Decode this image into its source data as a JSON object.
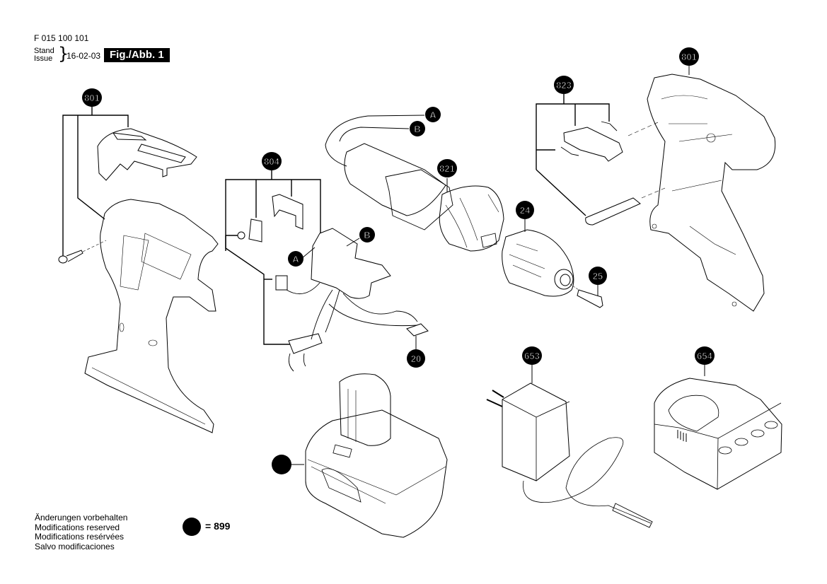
{
  "header": {
    "document_number": "F 015 100 101",
    "stand_label": "Stand",
    "issue_label": "Issue",
    "date": "16-02-03",
    "figure_label": "Fig./Abb. 1"
  },
  "callouts": {
    "housing_left": "801",
    "housing_right": "801",
    "switch": "804",
    "motor": "821",
    "switch_parts": "823",
    "chuck": "24",
    "screw": "25",
    "wire_clip": "20",
    "adapter": "653",
    "charger": "654",
    "wire_a_switch": "A",
    "wire_b_switch": "B",
    "wire_a_motor": "A",
    "wire_b_motor": "B",
    "battery": ""
  },
  "footer": {
    "notes": [
      "Änderungen vorbehalten",
      "Modifications reserved",
      "Modifications resérvées",
      "Salvo modificaciones"
    ],
    "legend_text": "= 899"
  },
  "colors": {
    "line": "#000000",
    "callout_fill": "#000000",
    "callout_text": "#ffffff",
    "background": "#ffffff"
  }
}
